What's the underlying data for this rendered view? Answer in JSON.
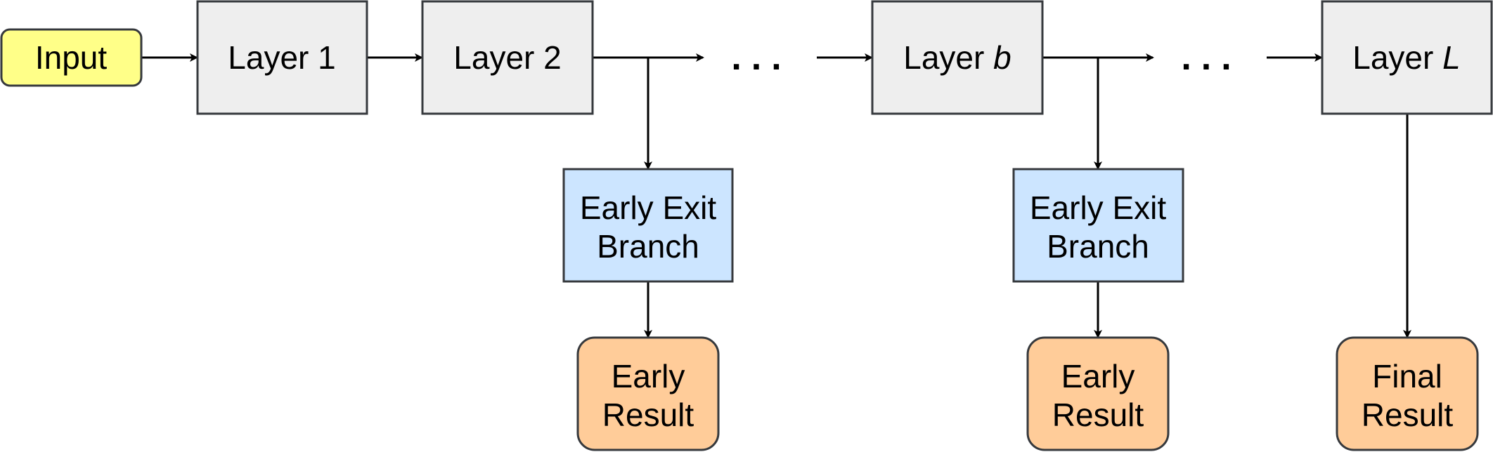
{
  "colors": {
    "input_fill": "#FFFF88",
    "layer_fill": "#EEEEEE",
    "branch_fill": "#CCE5FF",
    "result_fill": "#FFCC99",
    "stroke": "#36393D"
  },
  "nodes": {
    "input": {
      "label": "Input"
    },
    "layer_1": {
      "label": "Layer 1"
    },
    "layer_2": {
      "label": "Layer 2"
    },
    "layer_b": {
      "prefix": "Layer ",
      "var": "b"
    },
    "layer_L": {
      "prefix": "Layer ",
      "var": "L"
    },
    "branch_1": {
      "line1": "Early Exit",
      "line2": "Branch"
    },
    "branch_2": {
      "line1": "Early Exit",
      "line2": "Branch"
    },
    "early_result_1": {
      "line1": "Early",
      "line2": "Result"
    },
    "early_result_2": {
      "line1": "Early",
      "line2": "Result"
    },
    "final_result": {
      "line1": "Final",
      "line2": "Result"
    }
  },
  "ellipsis": {
    "text": "..."
  }
}
